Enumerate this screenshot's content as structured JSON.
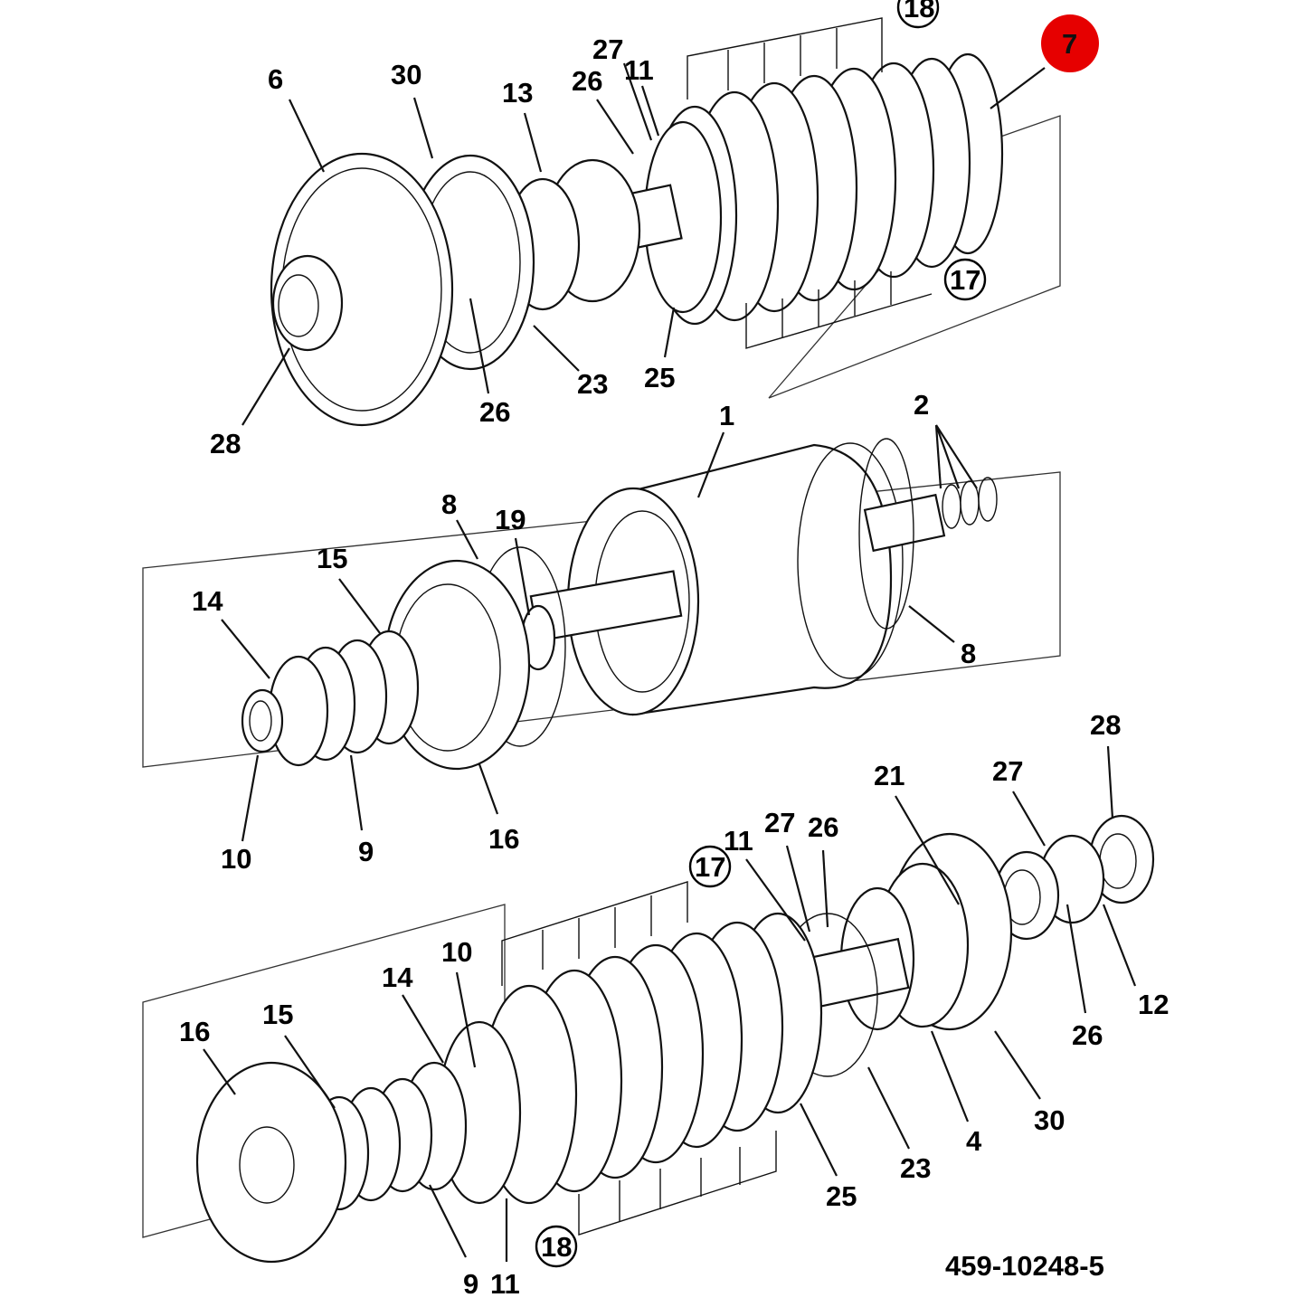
{
  "document_number": "459-10248-5",
  "highlight_color": "#e60000",
  "callouts": {
    "top": {
      "c6": "6",
      "c30": "30",
      "c13": "13",
      "c27": "27",
      "c11": "11",
      "c26a": "26",
      "c18": "18",
      "c7": "7",
      "c17": "17",
      "c23": "23",
      "c25": "25",
      "c26b": "26",
      "c28": "28"
    },
    "middle": {
      "c1": "1",
      "c2": "2",
      "c8a": "8",
      "c19": "19",
      "c15": "15",
      "c14": "14",
      "c8b": "8",
      "c10": "10",
      "c9": "9",
      "c16": "16"
    },
    "bottom": {
      "c28": "28",
      "c27a": "27",
      "c21": "21",
      "c27b": "27",
      "c26a": "26",
      "c11a": "11",
      "c17": "17",
      "c10": "10",
      "c14": "14",
      "c15": "15",
      "c16": "16",
      "c26b": "26",
      "c12": "12",
      "c30": "30",
      "c4": "4",
      "c23": "23",
      "c25": "25",
      "c18": "18",
      "c9": "9",
      "c11b": "11"
    }
  }
}
